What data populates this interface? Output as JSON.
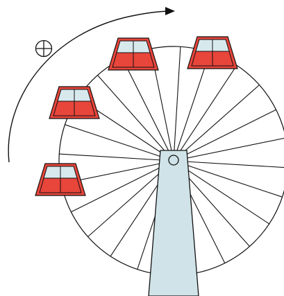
{
  "scene": {
    "subject": "ferris-wheel",
    "spoke_count": 24,
    "visible_gondolas": 4,
    "icons": {
      "rotation_arrow": "curved-arrow-icon",
      "crosshair": "crosshair-icon"
    }
  },
  "colors": {
    "line": "#111111",
    "gondola_body": "#e8453b",
    "gondola_glass": "#d8e9ee",
    "tower": "#cfe3e8",
    "background": "#ffffff"
  }
}
